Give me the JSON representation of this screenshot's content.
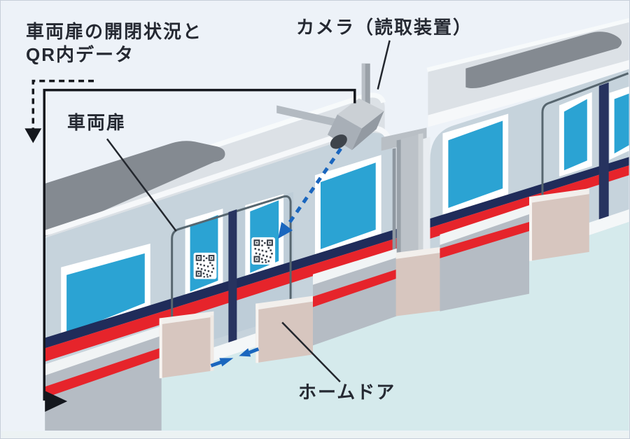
{
  "diagram": {
    "caption": {
      "line1": "車両扉の開閉状況と",
      "line2": "QR内データ"
    },
    "labels": {
      "camera": "カメラ（読取装置）",
      "train_door": "車両扉",
      "platform_door": "ホームドア"
    },
    "icons": {
      "camera": "camera-reader-device",
      "qr": "qr-code",
      "scan_arrow": "dashed-blue-arrow-camera-to-qr",
      "door_close_arrows": "blue-arrows-doors-closing",
      "data_flow": "dashed-black-arrow-data-output"
    },
    "colors": {
      "background": "#edf2f8",
      "platform_floor": "#d5eaec",
      "train_body": "#c6d3dc",
      "train_roof": "#dce1e6",
      "window_cyan": "#2ba3d3",
      "livery_navy": "#202c5a",
      "livery_red": "#e6242b",
      "platform_door_beige": "#d7c6bf",
      "fixed_panel_gray": "#b5bcc4",
      "arrow_blue": "#1a66be",
      "annotation_black": "#14171d"
    }
  }
}
